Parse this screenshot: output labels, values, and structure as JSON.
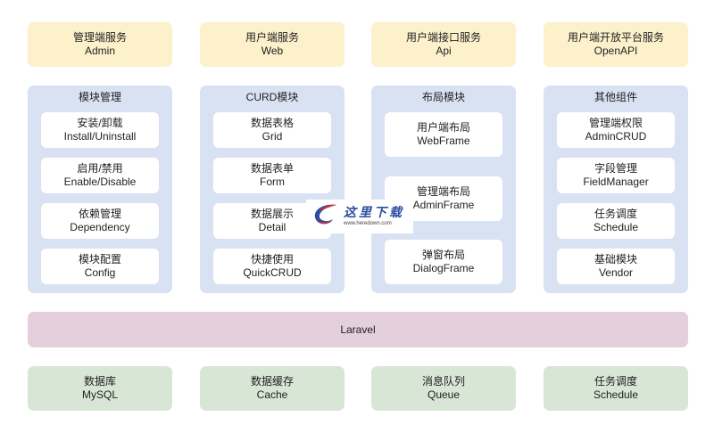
{
  "services": [
    {
      "cn": "管理端服务",
      "en": "Admin"
    },
    {
      "cn": "用户端服务",
      "en": "Web"
    },
    {
      "cn": "用户端接口服务",
      "en": "Api"
    },
    {
      "cn": "用户端开放平台服务",
      "en": "OpenAPI"
    }
  ],
  "panels": [
    {
      "title": "模块管理",
      "items": [
        {
          "cn": "安装/卸载",
          "en": "Install/Uninstall"
        },
        {
          "cn": "启用/禁用",
          "en": "Enable/Disable"
        },
        {
          "cn": "依赖管理",
          "en": "Dependency"
        },
        {
          "cn": "模块配置",
          "en": "Config"
        }
      ]
    },
    {
      "title": "CURD模块",
      "items": [
        {
          "cn": "数据表格",
          "en": "Grid"
        },
        {
          "cn": "数据表单",
          "en": "Form"
        },
        {
          "cn": "数据展示",
          "en": "Detail"
        },
        {
          "cn": "快捷使用",
          "en": "QuickCRUD"
        }
      ]
    },
    {
      "title": "布局模块",
      "items": [
        {
          "cn": "用户端布局",
          "en": "WebFrame"
        },
        {
          "cn": "管理端布局",
          "en": "AdminFrame"
        },
        {
          "cn": "弹窗布局",
          "en": "DialogFrame"
        }
      ]
    },
    {
      "title": "其他组件",
      "items": [
        {
          "cn": "管理端权限",
          "en": "AdminCRUD"
        },
        {
          "cn": "字段管理",
          "en": "FieldManager"
        },
        {
          "cn": "任务调度",
          "en": "Schedule"
        },
        {
          "cn": "基础模块",
          "en": "Vendor"
        }
      ]
    }
  ],
  "framework": {
    "label": "Laravel"
  },
  "infrastructure": [
    {
      "cn": "数据库",
      "en": "MySQL"
    },
    {
      "cn": "数据缓存",
      "en": "Cache"
    },
    {
      "cn": "消息队列",
      "en": "Queue"
    },
    {
      "cn": "任务调度",
      "en": "Schedule"
    }
  ],
  "watermark": {
    "cn": "这里下载",
    "url": "www.heredown.com"
  },
  "colors": {
    "service": "#fdf1cc",
    "panel": "#d9e2f3",
    "framework": "#e3d0dc",
    "infrastructure": "#d8e6d6"
  }
}
